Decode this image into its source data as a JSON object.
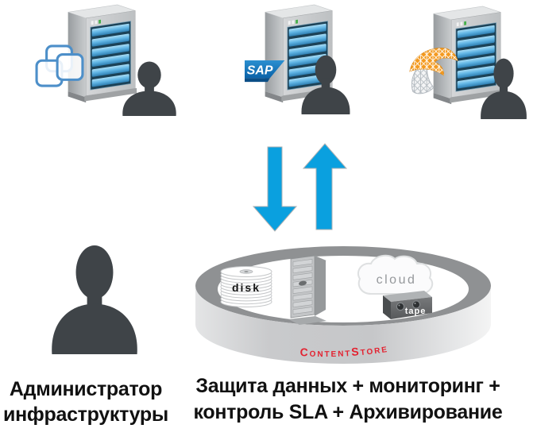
{
  "diagram": {
    "top_servers": [
      {
        "name": "vmware-server",
        "logo": "vmware-overlapping-squares",
        "logo_text": ""
      },
      {
        "name": "sap-server",
        "logo": "sap-badge",
        "logo_text": "SAP"
      },
      {
        "name": "sql-server",
        "logo": "sql-server-swoosh",
        "logo_text": ""
      }
    ],
    "arrows": {
      "down": "down-arrow",
      "up": "up-arrow"
    },
    "admin": {
      "line1": "Администратор",
      "line2": "инфраструктуры"
    },
    "platform": {
      "brand": "ContentStore",
      "storage": {
        "disk": "disk",
        "cloud": "cloud",
        "tape": "tape"
      },
      "caption": {
        "line1": "Защита данных + мониторинг +",
        "line2": "контроль SLA + Архивирование"
      }
    },
    "colors": {
      "arrow_blue": "#0AA0DF",
      "brand_red": "#E32230",
      "silhouette": "#3F4448",
      "sap_blue_top": "#2B8FD0",
      "sql_orange": "#F49A1F",
      "label_text": "#111111",
      "cloud_text": "#95989B"
    },
    "icons": [
      "vmware-logo-icon",
      "sap-logo-icon",
      "sql-server-logo-icon",
      "server-tower-icon",
      "user-silhouette-icon",
      "down-arrow-icon",
      "up-arrow-icon",
      "disk-stack-icon",
      "cloud-icon",
      "tape-drive-icon",
      "contentstore-ring"
    ]
  }
}
